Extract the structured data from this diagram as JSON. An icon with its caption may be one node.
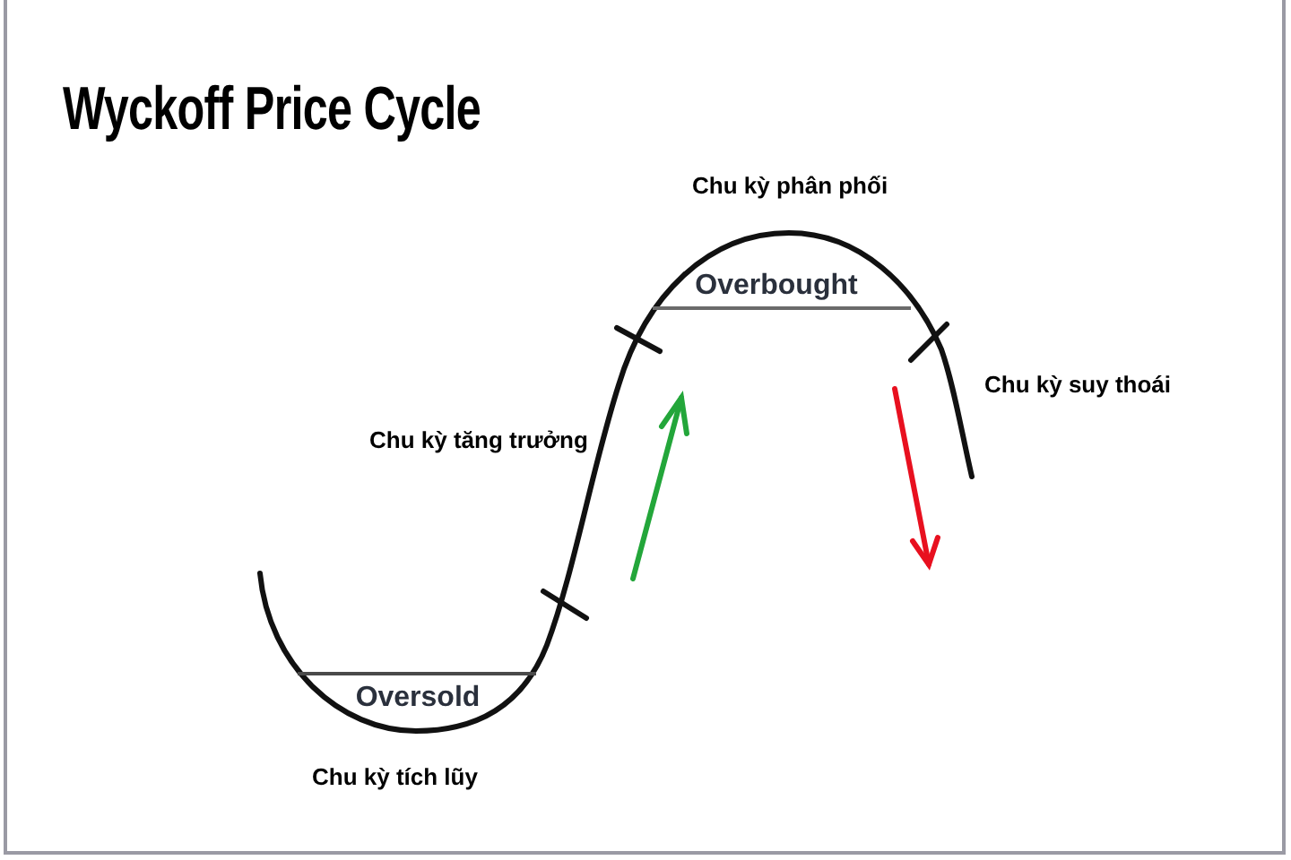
{
  "diagram": {
    "title": "Wyckoff Price Cycle",
    "labels": [
      "Chu kỳ phân phối",
      "Overbought",
      "Chu kỳ suy thoái",
      "Chu kỳ tăng trưởng",
      "Oversold",
      "Chu kỳ tích lũy"
    ]
  }
}
